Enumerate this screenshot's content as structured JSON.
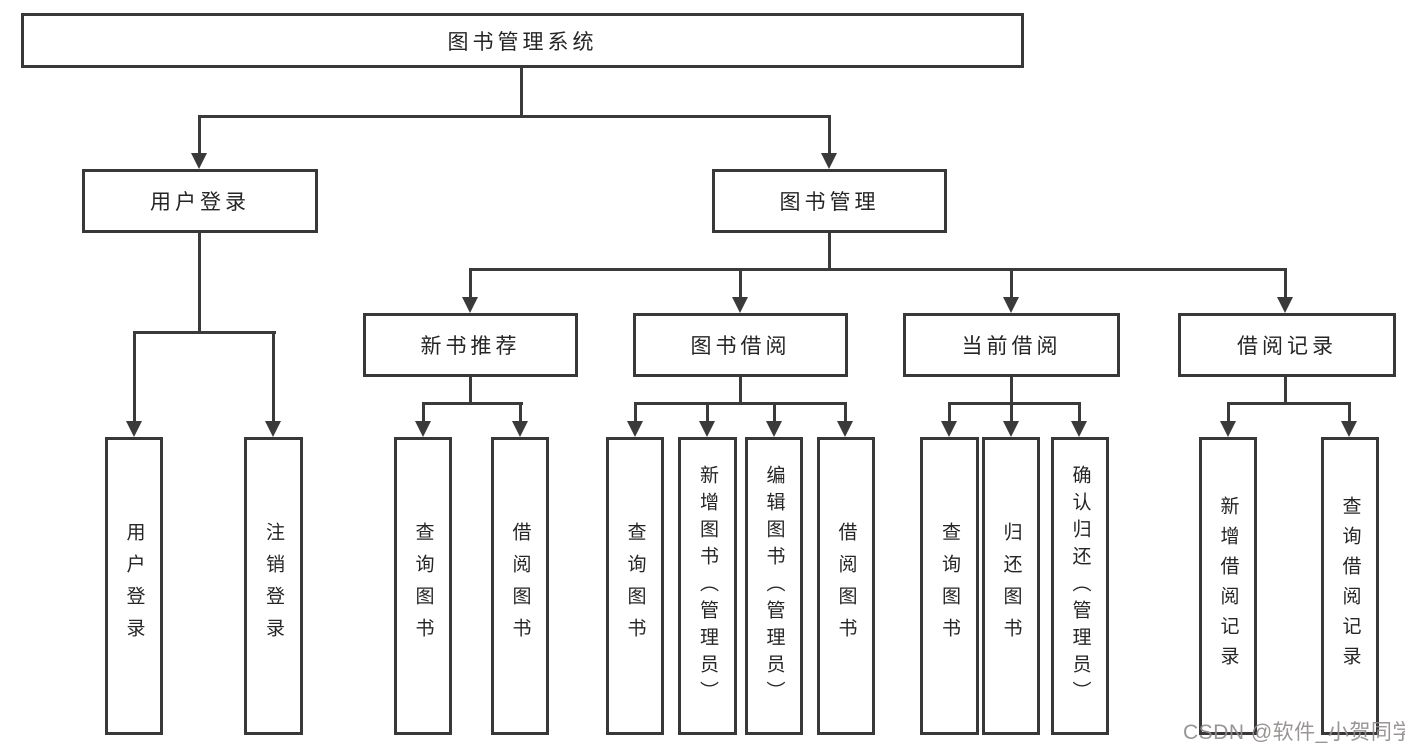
{
  "root": {
    "label": "图书管理系统"
  },
  "branches": [
    {
      "label": "用户登录"
    },
    {
      "label": "图书管理"
    }
  ],
  "modules": [
    {
      "label": "新书推荐"
    },
    {
      "label": "图书借阅"
    },
    {
      "label": "当前借阅"
    },
    {
      "label": "借阅记录"
    }
  ],
  "leaves": [
    {
      "label": "用户登录"
    },
    {
      "label": "注销登录"
    },
    {
      "label": "查询图书"
    },
    {
      "label": "借阅图书"
    },
    {
      "label": "查询图书"
    },
    {
      "label": "新增图书（管理员）"
    },
    {
      "label": "编辑图书（管理员）"
    },
    {
      "label": "借阅图书"
    },
    {
      "label": "查询图书"
    },
    {
      "label": "归还图书"
    },
    {
      "label": "确认归还（管理员）"
    },
    {
      "label": "新增借阅记录"
    },
    {
      "label": "查询借阅记录"
    }
  ],
  "watermark": {
    "text": "CSDN @软件_小贺同学"
  },
  "colors": {
    "line": "#3a3a3a",
    "box_border": "#383838",
    "box_bg": "#ffffff",
    "text": "#252525",
    "watermark": "#918c8c"
  }
}
